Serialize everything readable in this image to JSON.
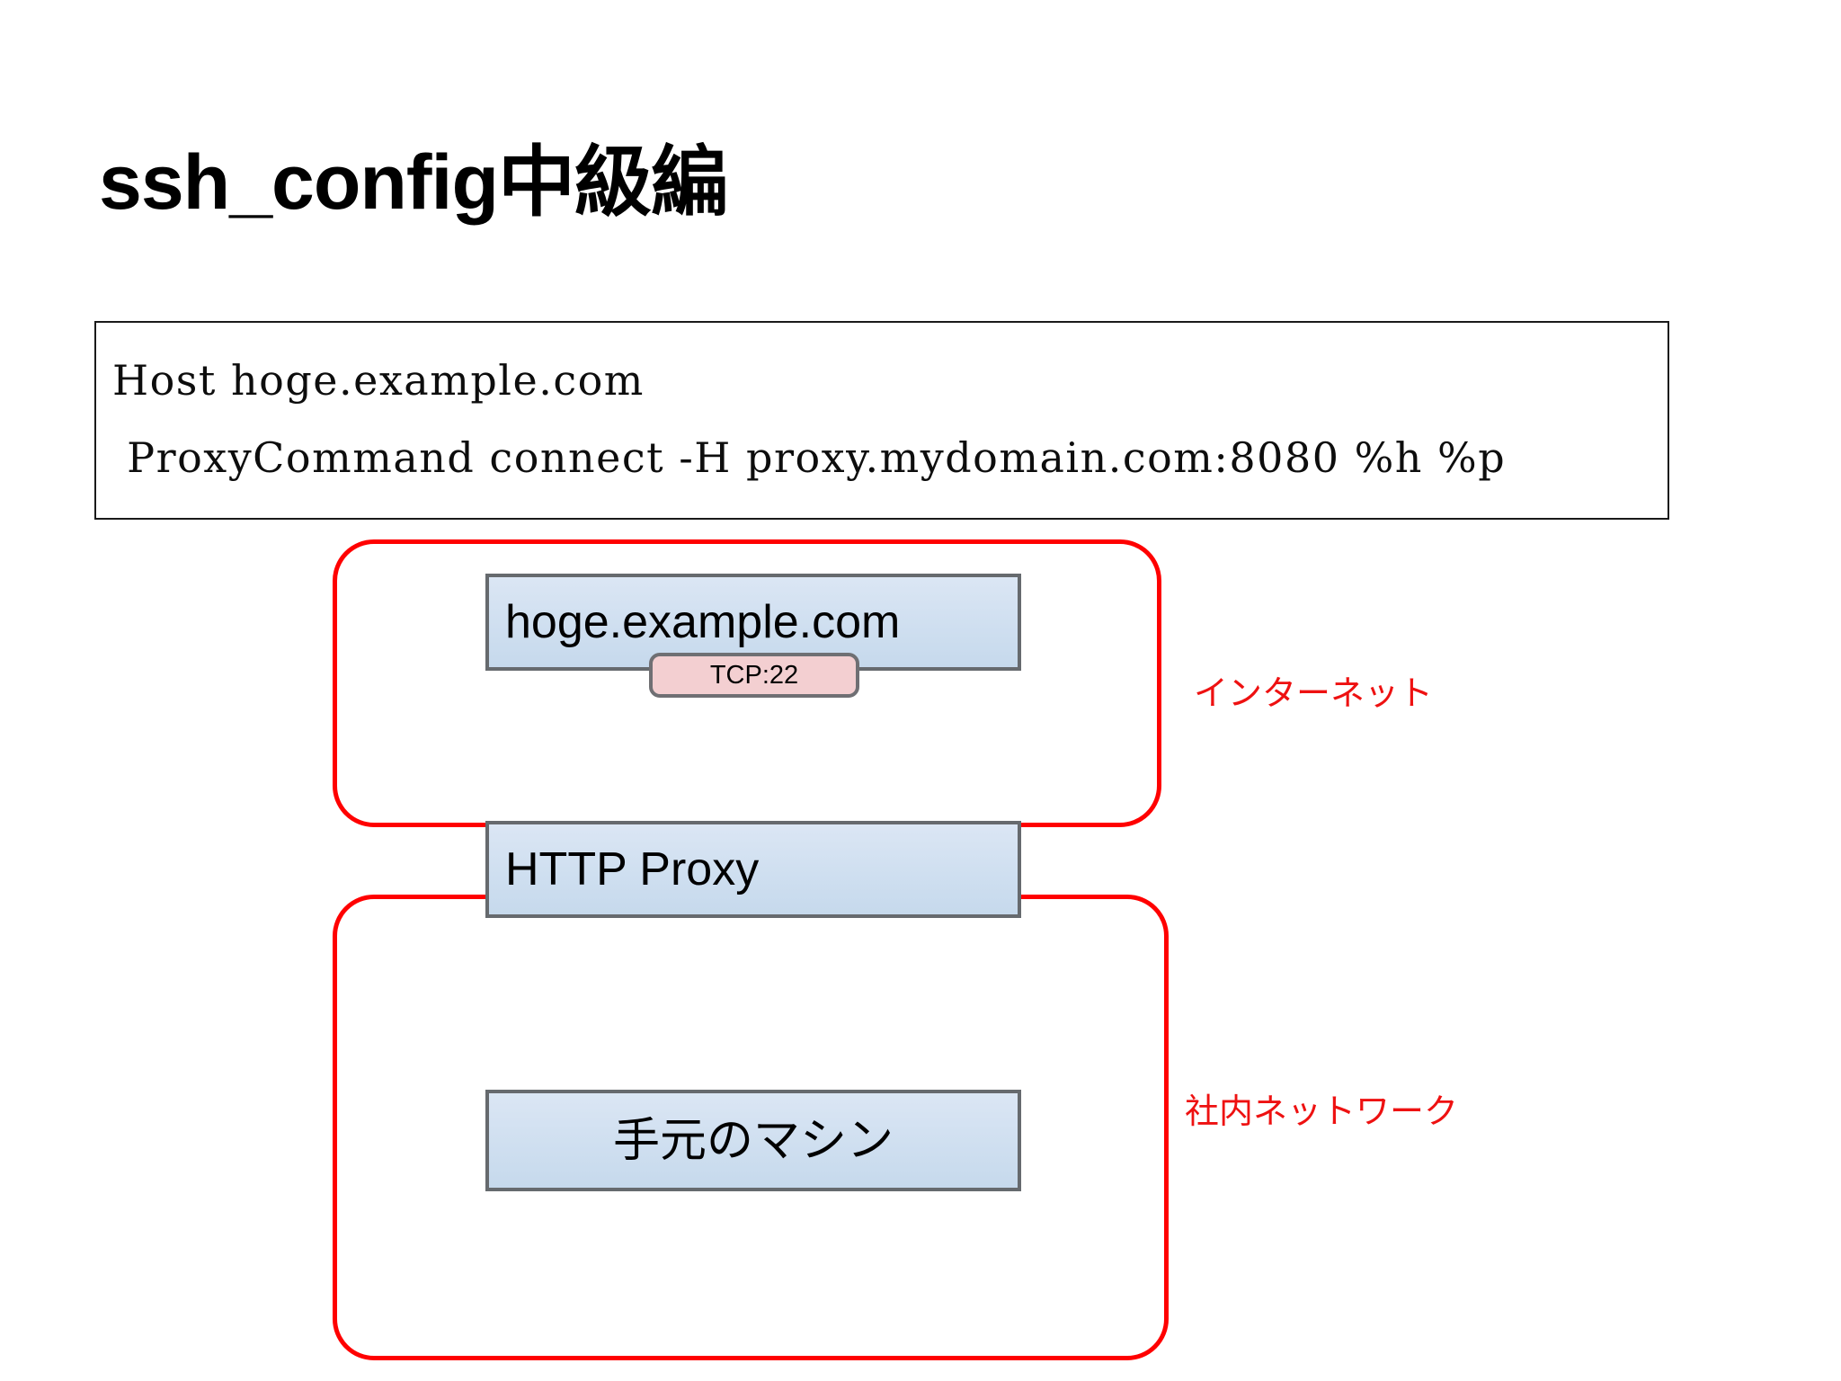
{
  "slide": {
    "title": "ssh_config中級編",
    "background": "#ffffff"
  },
  "config_box": {
    "line1": "Host hoge.example.com",
    "line2": " ProxyCommand connect -H proxy.mydomain.com:8080 %h %p",
    "border_color": "#1a1a1a"
  },
  "diagram": {
    "zones": [
      {
        "id": "internet",
        "label": "インターネット",
        "color": "#ff0000"
      },
      {
        "id": "intranet",
        "label": "社内ネットワーク",
        "color": "#ff0000"
      }
    ],
    "nodes": [
      {
        "id": "host",
        "label": "hoge.example.com",
        "fill": "#cfdff0",
        "border": "#666a6e",
        "align": "left"
      },
      {
        "id": "proxy",
        "label": "HTTP Proxy",
        "fill": "#cfdff0",
        "border": "#666a6e",
        "align": "left"
      },
      {
        "id": "local",
        "label": "手元のマシン",
        "fill": "#cfdff0",
        "border": "#666a6e",
        "align": "center"
      }
    ],
    "badges": [
      {
        "id": "tcp22",
        "label": "TCP:22",
        "fill": "#f3cfd1",
        "border": "#6f6f73"
      }
    ]
  }
}
